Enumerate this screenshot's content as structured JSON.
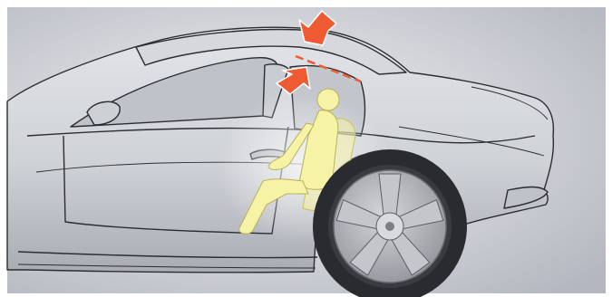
{
  "figure": {
    "subject": "sports-car-side-cutaway",
    "annotations": [
      {
        "kind": "arrow",
        "icon": "downward-pointing-arrow",
        "color": "#f05a32"
      },
      {
        "kind": "arrow",
        "icon": "diagonal-pointing-arrow",
        "color": "#f05a32"
      },
      {
        "kind": "dashed-line",
        "color": "#f05a32"
      }
    ],
    "colors": {
      "background_light": "#f2f3f6",
      "background_dark": "#b4b7bf",
      "body_light": "#d9dbe0",
      "body_dark": "#9a9da4",
      "outline": "#2b2d31",
      "occupant": "#f6f3a6",
      "accent": "#f05a32",
      "tire": "#2a2b2e",
      "wheel": "#9fa2a8"
    }
  }
}
